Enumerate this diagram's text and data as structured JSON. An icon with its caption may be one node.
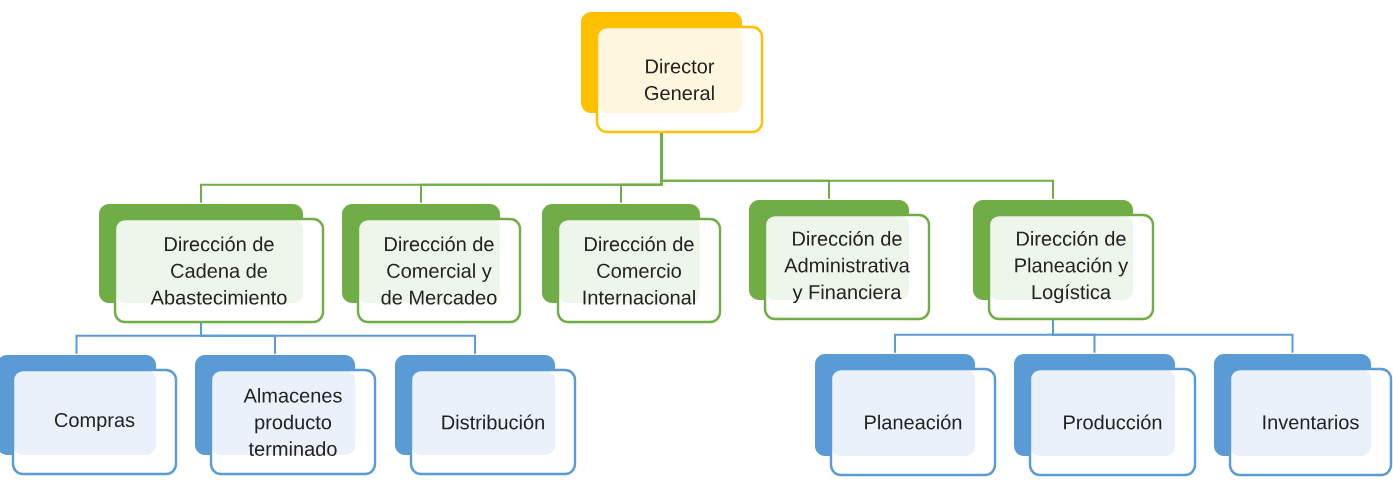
{
  "diagram": {
    "nodes": [
      {
        "text": [
          "Director General"
        ]
      },
      {
        "text": [
          "Dirección de Cadena de Abastecimiento"
        ]
      },
      {
        "text": [
          "Dirección de Comercial y de Mercadeo"
        ]
      },
      {
        "text": [
          "Dirección de Comercio Internacional"
        ]
      },
      {
        "text": [
          "Dirección de Administrativa y Financiera"
        ]
      },
      {
        "text": [
          "Dirección de Planeación y Logística"
        ]
      },
      {
        "text": [
          "Compras"
        ]
      },
      {
        "text": [
          "Almacenes producto terminado"
        ]
      },
      {
        "text": [
          "Distribución"
        ]
      },
      {
        "text": [
          "Planeación"
        ]
      },
      {
        "text": [
          "Producción"
        ]
      },
      {
        "text": [
          "Inventarios"
        ]
      }
    ],
    "edges": [
      {
        "from": 0,
        "to": 1,
        "arrow": "none",
        "color": "#70ad47"
      },
      {
        "from": 0,
        "to": 2,
        "arrow": "none",
        "color": "#70ad47"
      },
      {
        "from": 0,
        "to": 3,
        "arrow": "none",
        "color": "#70ad47"
      },
      {
        "from": 0,
        "to": 4,
        "arrow": "none",
        "color": "#70ad47"
      },
      {
        "from": 0,
        "to": 5,
        "arrow": "none",
        "color": "#70ad47"
      },
      {
        "from": 1,
        "to": 6,
        "arrow": "none"
      },
      {
        "from": 1,
        "to": 7,
        "arrow": "none"
      },
      {
        "from": 1,
        "to": 8,
        "arrow": "none"
      },
      {
        "from": 5,
        "to": 9,
        "arrow": "none"
      },
      {
        "from": 5,
        "to": 10,
        "arrow": "none"
      },
      {
        "from": 5,
        "to": 11,
        "arrow": "none"
      }
    ]
  }
}
